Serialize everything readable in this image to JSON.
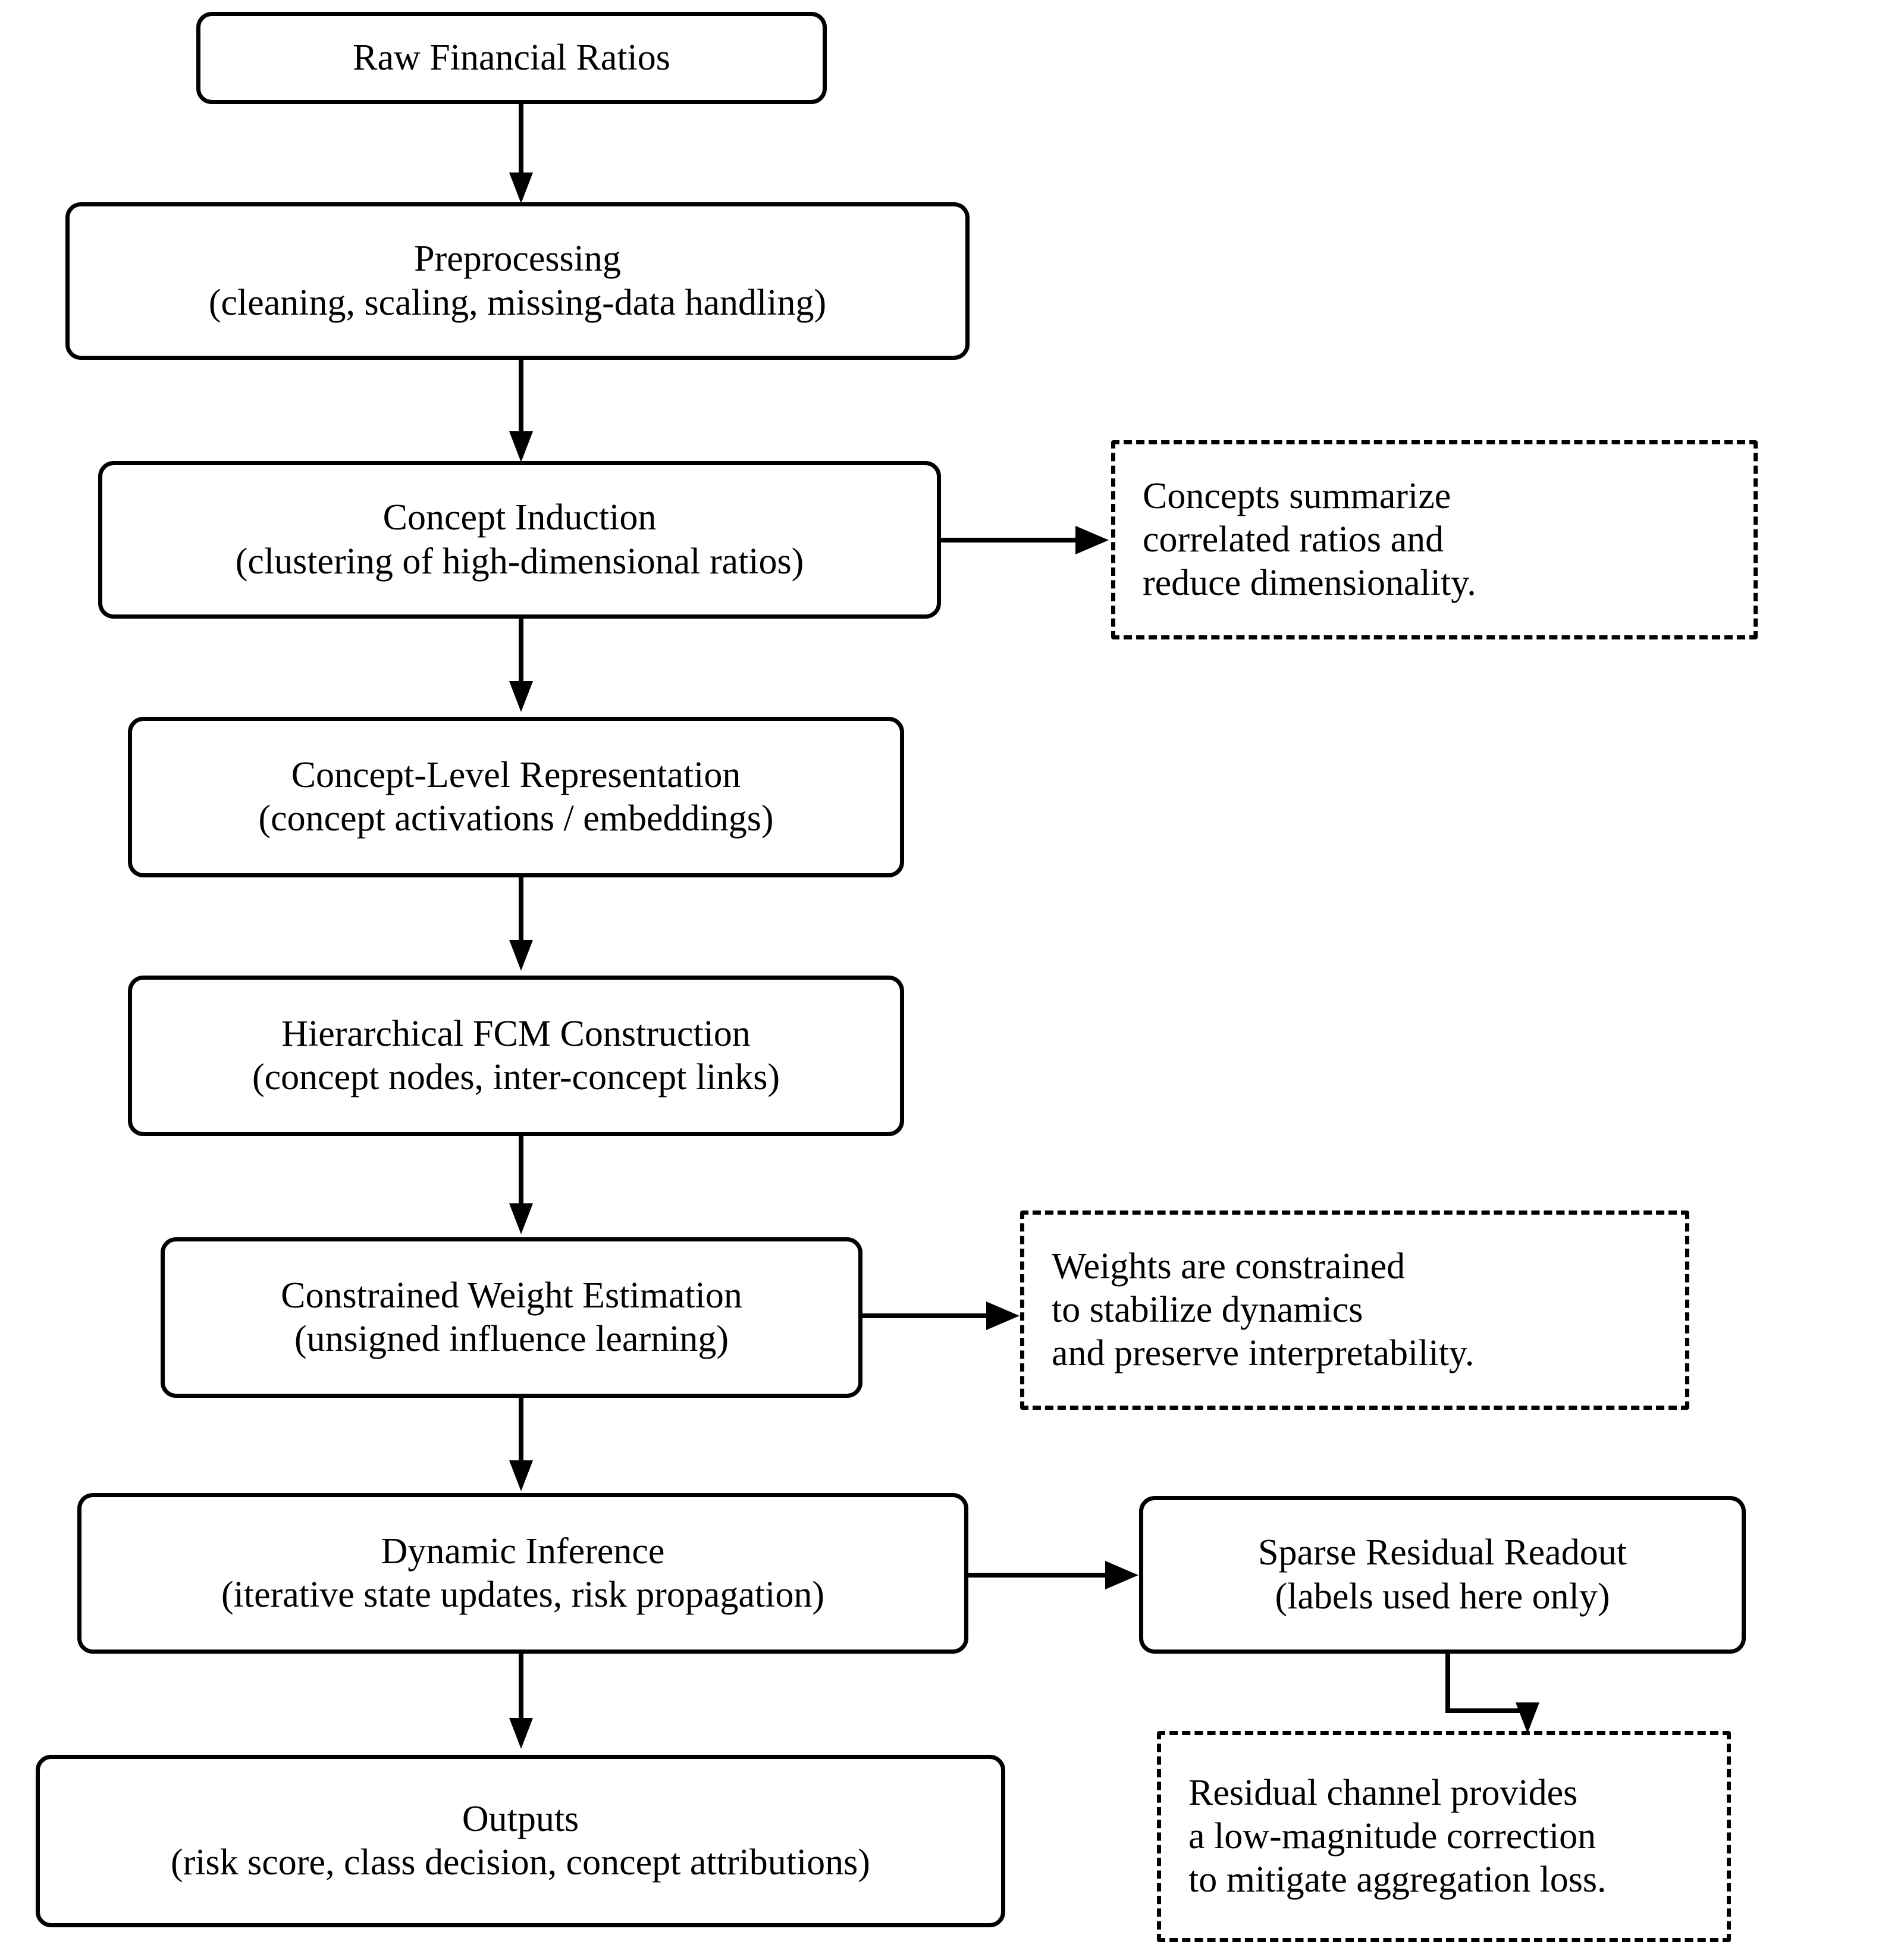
{
  "diagram": {
    "title": "Hierarchical FCM financial risk pipeline flowchart",
    "accent_color": "#000000",
    "background_color": "#ffffff",
    "nodes": [
      {
        "id": "raw-financial-ratios",
        "line1": "Raw Financial Ratios",
        "line2": "",
        "style": "solid"
      },
      {
        "id": "preprocessing",
        "line1": "Preprocessing",
        "line2": "(cleaning, scaling, missing-data handling)",
        "style": "solid"
      },
      {
        "id": "concept-induction",
        "line1": "Concept Induction",
        "line2": "(clustering of high-dimensional ratios)",
        "style": "solid"
      },
      {
        "id": "concept-level-representation",
        "line1": "Concept-Level Representation",
        "line2": "(concept activations / embeddings)",
        "style": "solid"
      },
      {
        "id": "hierarchical-fcm-construction",
        "line1": "Hierarchical FCM Construction",
        "line2": "(concept nodes, inter-concept links)",
        "style": "solid"
      },
      {
        "id": "constrained-weight-estimation",
        "line1": "Constrained Weight Estimation",
        "line2": "(unsigned influence learning)",
        "style": "solid"
      },
      {
        "id": "dynamic-inference",
        "line1": "Dynamic Inference",
        "line2": "(iterative state updates, risk propagation)",
        "style": "solid"
      },
      {
        "id": "sparse-residual-readout",
        "line1": "Sparse Residual Readout",
        "line2": "(labels used here only)",
        "style": "solid"
      },
      {
        "id": "outputs",
        "line1": "Outputs",
        "line2": "(risk score, class decision, concept attributions)",
        "style": "solid"
      }
    ],
    "notes": [
      {
        "id": "note-concepts",
        "line1": "Concepts summarize",
        "line2": "correlated ratios and",
        "line3": "reduce dimensionality.",
        "style": "dashed"
      },
      {
        "id": "note-weights",
        "line1": "Weights are constrained",
        "line2": "to stabilize dynamics",
        "line3": "and preserve interpretability.",
        "style": "dashed"
      },
      {
        "id": "note-residual",
        "line1": "Residual channel provides",
        "line2": "a low-magnitude correction",
        "line3": "to mitigate aggregation loss.",
        "style": "dashed"
      }
    ],
    "edges": [
      {
        "id": "e1",
        "from": "raw-financial-ratios",
        "to": "preprocessing",
        "direction": "down"
      },
      {
        "id": "e2",
        "from": "preprocessing",
        "to": "concept-induction",
        "direction": "down"
      },
      {
        "id": "e3",
        "from": "concept-induction",
        "to": "note-concepts",
        "direction": "right"
      },
      {
        "id": "e4",
        "from": "concept-induction",
        "to": "concept-level-representation",
        "direction": "down"
      },
      {
        "id": "e5",
        "from": "concept-level-representation",
        "to": "hierarchical-fcm-construction",
        "direction": "down"
      },
      {
        "id": "e6",
        "from": "hierarchical-fcm-construction",
        "to": "constrained-weight-estimation",
        "direction": "down"
      },
      {
        "id": "e7",
        "from": "constrained-weight-estimation",
        "to": "note-weights",
        "direction": "right"
      },
      {
        "id": "e8",
        "from": "constrained-weight-estimation",
        "to": "dynamic-inference",
        "direction": "down"
      },
      {
        "id": "e9",
        "from": "dynamic-inference",
        "to": "sparse-residual-readout",
        "direction": "right"
      },
      {
        "id": "e10",
        "from": "dynamic-inference",
        "to": "outputs",
        "direction": "down"
      },
      {
        "id": "e11",
        "from": "sparse-residual-readout",
        "to": "note-residual",
        "direction": "elbow-down-right"
      }
    ]
  }
}
